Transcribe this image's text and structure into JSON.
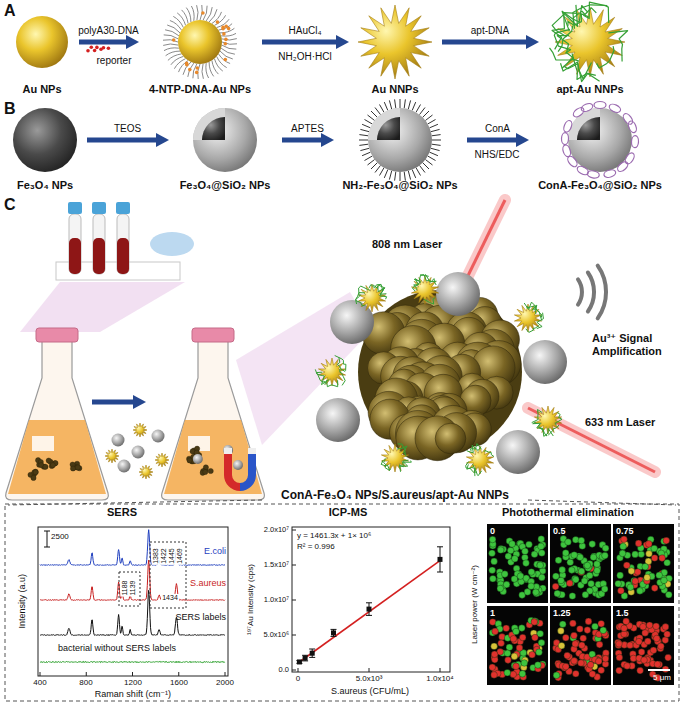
{
  "diagram": {
    "nodes": [
      {
        "text": [
          "Au NPs"
        ]
      },
      {
        "text": [
          "4-NTP-DNA-Au NPs"
        ]
      },
      {
        "text": [
          "Au NNPs"
        ]
      },
      {
        "text": [
          "apt-Au NNPs"
        ]
      },
      {
        "text": [
          "Fe₃O₄ NPs"
        ]
      },
      {
        "text": [
          "Fe₃O₄@SiO₂ NPs"
        ]
      },
      {
        "text": [
          "NH₂-Fe₃O₄@SiO₂ NPs"
        ]
      },
      {
        "text": [
          "ConA-Fe₃O₄@SiO₂ NPs"
        ]
      },
      {
        "text": [
          "ConA-Fe₃O₄ NPs/S.aureus/apt-Au NNPs"
        ]
      },
      {
        "text": [
          "SERS"
        ]
      },
      {
        "text": [
          "ICP-MS"
        ]
      },
      {
        "text": [
          "Photothermal elimination"
        ]
      }
    ],
    "edges": [
      {
        "from": 0,
        "to": 1,
        "arrow": "to",
        "label": "polyA30-DNA"
      },
      {
        "from": 1,
        "to": 2,
        "arrow": "to",
        "label": "HAuCl₄"
      },
      {
        "from": 2,
        "to": 3,
        "arrow": "to",
        "label": "apt-DNA"
      },
      {
        "from": 4,
        "to": 5,
        "arrow": "to",
        "label": "TEOS"
      },
      {
        "from": 5,
        "to": 6,
        "arrow": "to",
        "label": "APTES"
      },
      {
        "from": 6,
        "to": 7,
        "arrow": "to",
        "label": "ConA"
      }
    ],
    "labels": [
      "A",
      "reporter",
      "NH₂OH·HCl",
      "B",
      "NHS/EDC",
      "C",
      "808 nm Laser",
      "Au³⁺ Signal Amplification",
      "633 nm Laser",
      "Intensity (a.u)",
      "2500",
      "E.coli",
      "S.aureus",
      "SERS labels",
      "bacterial without SERS labels",
      "1188",
      "1139",
      "1383",
      "1422",
      "1445",
      "1469",
      "1434",
      "400",
      "800",
      "1200",
      "1600",
      "2000",
      "Raman shift (cm⁻¹)",
      "y = 1461.3x + 1× 10⁶",
      "R² = 0.996",
      "¹⁹⁷Au Intensity (cps)",
      "0.0",
      "5.0x10⁶",
      "1.0x10⁷",
      "1.5x10⁷",
      "2.0x10⁷",
      "0",
      "5.0x10³",
      "1.0x10⁴",
      "S.aureus (CFU/mL)",
      "Laser power (W cm⁻²)",
      "0",
      "0.5",
      "0.75",
      "1",
      "1.25",
      "1.5",
      "5 μm"
    ]
  }
}
